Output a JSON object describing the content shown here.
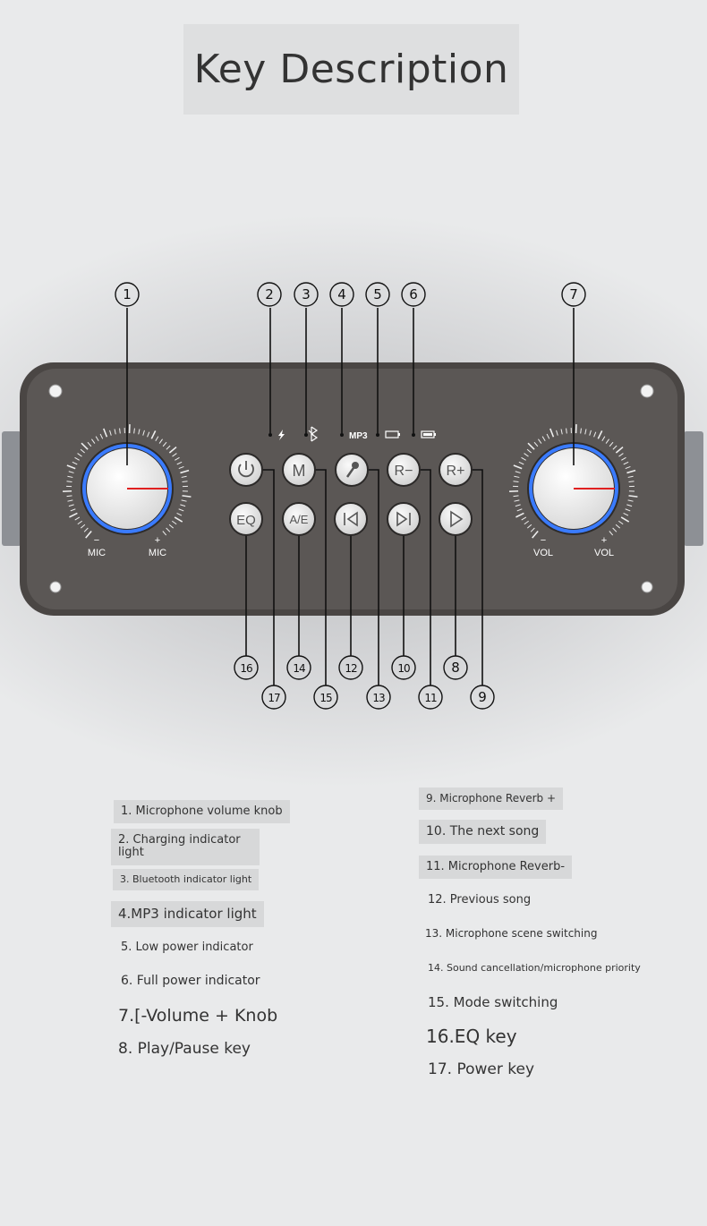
{
  "title": "Key Description",
  "device": {
    "indicators": {
      "mp3": "MP3"
    },
    "knob_left": {
      "minus": "−",
      "plus": "+",
      "label": "MIC"
    },
    "knob_right": {
      "minus": "−",
      "plus": "+",
      "label": "VOL"
    },
    "buttons": {
      "power": "⏻",
      "mode": "M",
      "mic_scene": "mic",
      "reverb_minus": "R−",
      "reverb_plus": "R+",
      "eq": "EQ",
      "ae": "A/E",
      "prev": "|◁",
      "next": "▷|",
      "play": "▷"
    },
    "colors": {
      "body": "#5b5755",
      "button": "#e9e9e9",
      "knob_ring": "#3a7bff",
      "pointer": "#e02020"
    }
  },
  "callouts": [
    "1",
    "2",
    "3",
    "4",
    "5",
    "6",
    "7",
    "8",
    "9",
    "10",
    "11",
    "12",
    "13",
    "14",
    "15",
    "16",
    "17"
  ],
  "legend_left": [
    "1. Microphone volume knob",
    "2. Charging indicator light",
    "3. Bluetooth indicator light",
    "4.MP3 indicator light",
    "5. Low power indicator",
    "6. Full power indicator",
    "7.[-Volume + Knob",
    "8. Play/Pause key"
  ],
  "legend_right": [
    "9. Microphone Reverb +",
    "10. The next song",
    "11. Microphone Reverb-",
    "12. Previous song",
    "13. Microphone scene switching",
    "14. Sound cancellation/microphone priority",
    "15. Mode switching",
    "16.EQ key",
    "17. Power key"
  ]
}
